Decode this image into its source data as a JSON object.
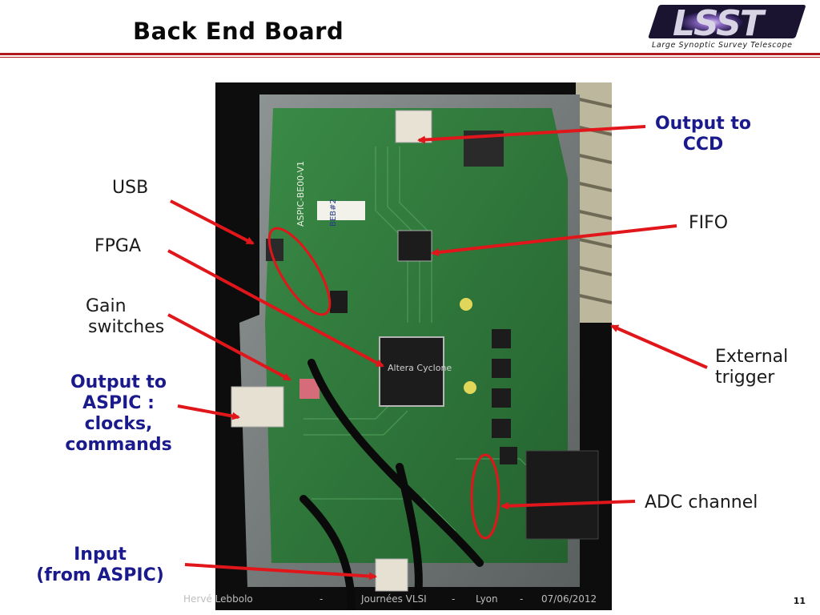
{
  "slide": {
    "title": "Back End Board",
    "page_number": "11"
  },
  "logo": {
    "text": "LSST",
    "subtitle": "Large Synoptic Survey Telescope"
  },
  "photo": {
    "board_silkscreen": [
      "ASPIC-BE00-V1",
      "BEB#2",
      "Altera Cyclone"
    ]
  },
  "labels": {
    "output_ccd": [
      "Output to",
      "CCD"
    ],
    "usb": "USB",
    "fifo": "FIFO",
    "fpga": "FPGA",
    "gain": [
      "Gain",
      "switches"
    ],
    "external": [
      "External",
      "trigger"
    ],
    "output_aspic": [
      "Output to",
      "ASPIC :",
      "clocks,",
      "commands"
    ],
    "adc": "ADC channel",
    "input": [
      "Input",
      "(from ASPIC)"
    ]
  },
  "footer": {
    "author": "Hervé Lebbolo",
    "sep1": "-",
    "event": "Journées VLSI",
    "sep2": "-",
    "place": "Lyon",
    "sep3": "-",
    "date": "07/06/2012"
  },
  "colors": {
    "accent_line": "#b0191e",
    "arrow": "#e0161b",
    "navy_text": "#1a1a8c",
    "pcb_green": "#2f7a3c"
  }
}
